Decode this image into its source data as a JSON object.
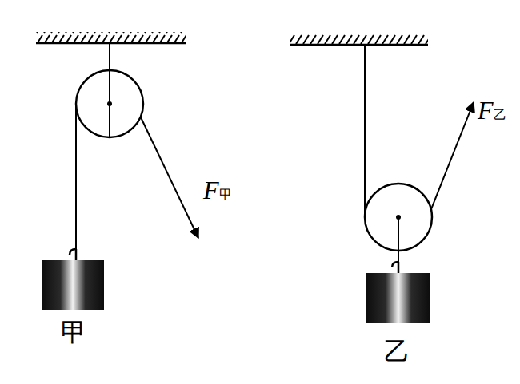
{
  "diagram": {
    "labels": [
      "F甲",
      "F乙",
      "甲",
      "乙"
    ]
  }
}
